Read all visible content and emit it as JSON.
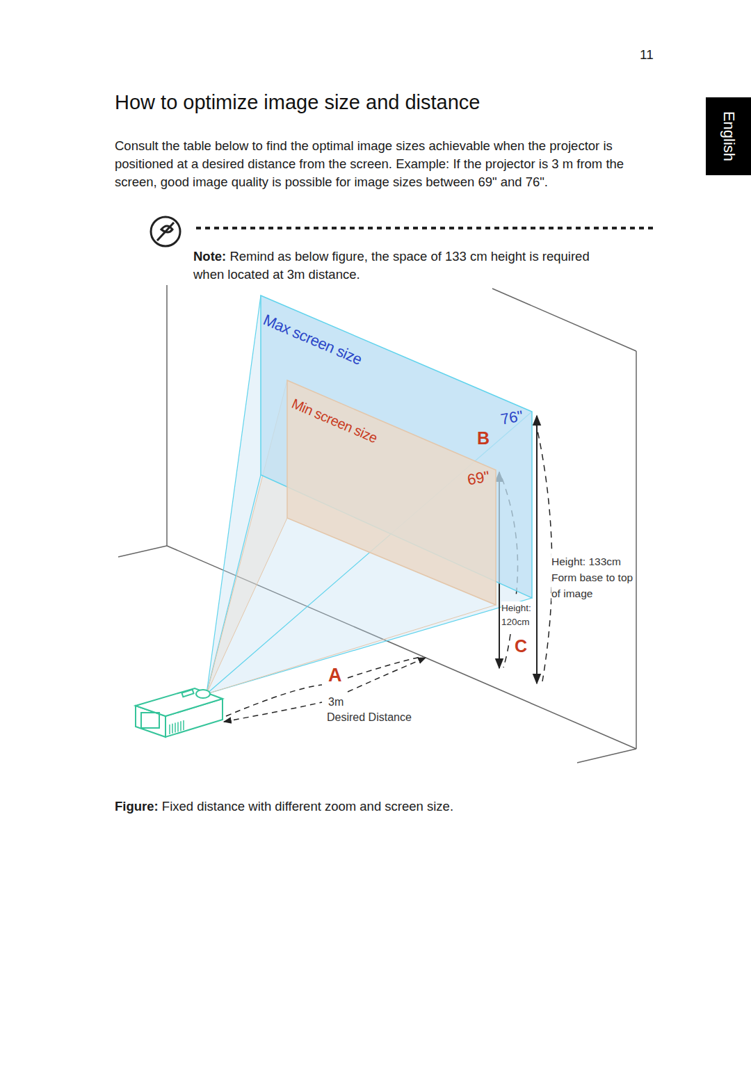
{
  "diagram": {
    "title": "How to optimize image size and distance",
    "caption": "Figure: Fixed distance with different zoom and screen size.",
    "nodes": [
      {
        "text": [
          "English"
        ]
      },
      {
        "text": [
          "Max screen size"
        ]
      },
      {
        "text": [
          "Min screen size"
        ]
      }
    ],
    "labels": [
      "11",
      "Consult the table below to find the optimal image sizes achievable when the projector is positioned at a desired distance from the screen. Example: If the projector is 3 m from the screen, good image quality is possible for image sizes between 69\" and 76\".",
      "Note: Remind as below figure, the space of 133 cm height is required when located at 3m distance.",
      "76\"",
      "B",
      "69\"",
      "Height: 133cm Form base to top of image",
      "Height: 120cm",
      "C",
      "A",
      "3m",
      "Desired Distance"
    ]
  }
}
